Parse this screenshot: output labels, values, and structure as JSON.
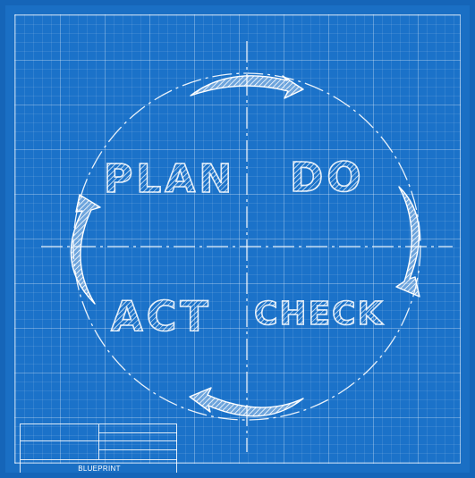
{
  "diagram": {
    "quadrants": {
      "plan": "PLAN",
      "do": "DO",
      "check": "CHECK",
      "act": "ACT"
    }
  },
  "title_block": {
    "label": "BLUEPRINT"
  },
  "colors": {
    "background": "#1a6fc4",
    "grid_line": "#ffffff",
    "ink": "#ffffff"
  }
}
